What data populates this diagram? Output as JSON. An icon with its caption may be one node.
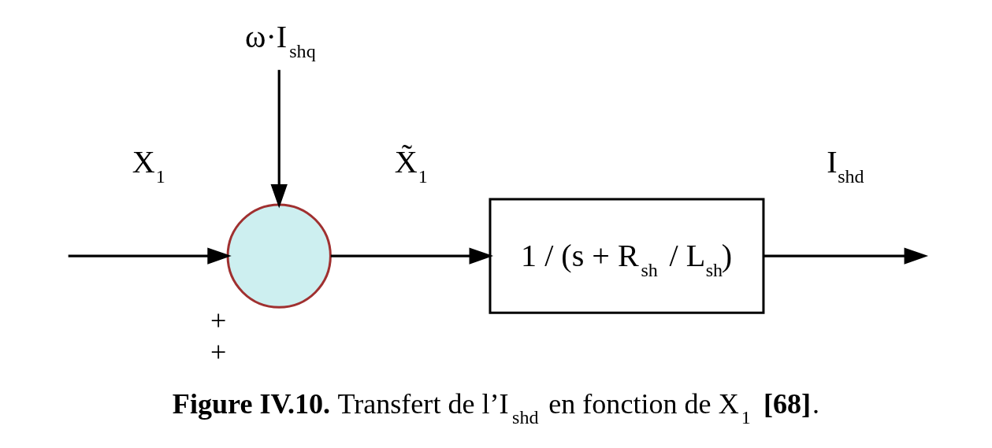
{
  "diagram": {
    "caption": "**Figure IV.10.** Transfert de l’I$_{shd}$ en fonction de X$_{1}$ **[68]**.",
    "nodes": [
      {
        "text": [
          "ω·I$_{shq}$"
        ]
      },
      {
        "text": [],
        "shape": "circle",
        "beside": [
          "+",
          "+"
        ]
      },
      {
        "text": [
          "1 / (s + R$_{sh}$ / L$_{sh}$)"
        ]
      }
    ],
    "edges": [
      {
        "from": 0,
        "to": 1,
        "arrow": "to"
      },
      {
        "from": null,
        "to": 1,
        "arrow": "to",
        "label": "X$_{1}$"
      },
      {
        "from": 1,
        "to": 2,
        "arrow": "to",
        "label": "X̃$_{1}$"
      },
      {
        "from": 2,
        "to": null,
        "arrow": "to",
        "label": "I$_{shd}$"
      }
    ]
  }
}
